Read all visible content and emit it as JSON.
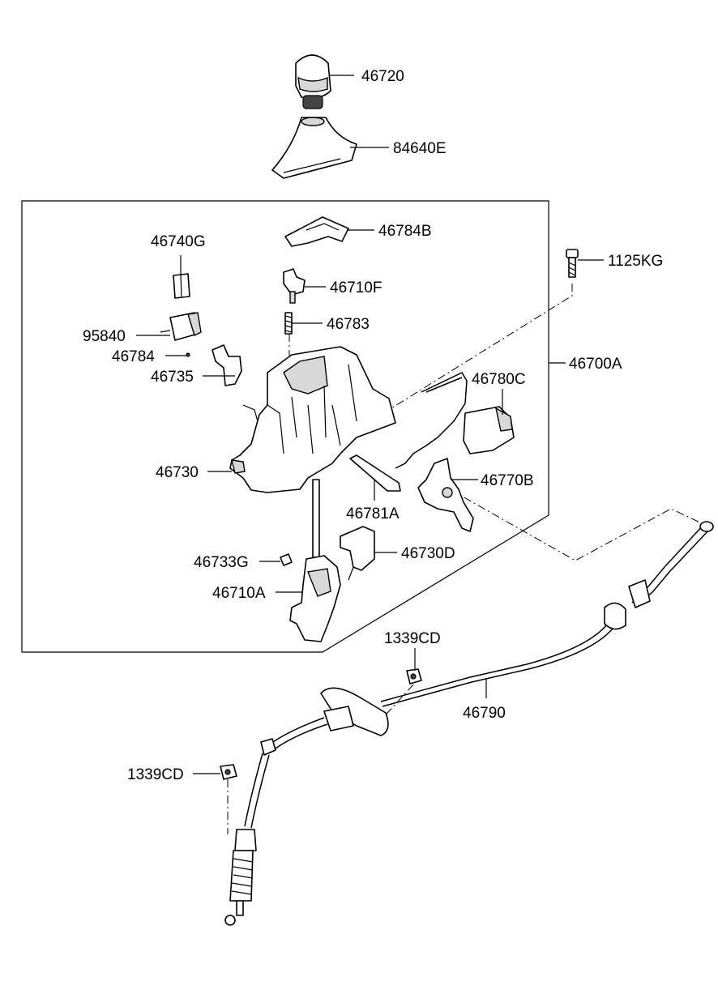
{
  "labels": {
    "p46720": "46720",
    "p84640E": "84640E",
    "p46784B": "46784B",
    "p46740G": "46740G",
    "p1125KG": "1125KG",
    "p46710F": "46710F",
    "p46783": "46783",
    "p95840": "95840",
    "p46784": "46784",
    "p46735": "46735",
    "p46700A": "46700A",
    "p46780C": "46780C",
    "p46730": "46730",
    "p46770B": "46770B",
    "p46781A": "46781A",
    "p46733G": "46733G",
    "p46730D": "46730D",
    "p46710A": "46710A",
    "p1339CD_top": "1339CD",
    "p46790": "46790",
    "p1339CD_left": "1339CD"
  },
  "colors": {
    "line": "#000000",
    "background": "#ffffff",
    "part_shade": "#d8d8d8"
  }
}
